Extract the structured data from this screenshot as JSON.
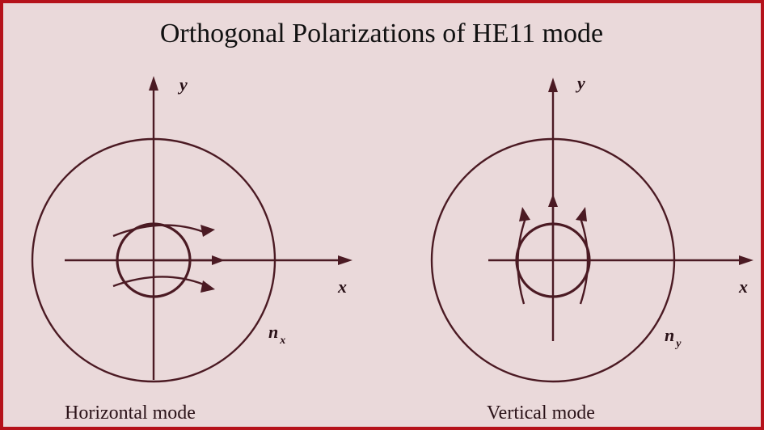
{
  "title": "Orthogonal Polarizations of HE11 mode",
  "left_panel": {
    "y_label": "y",
    "x_label": "x",
    "n_label_base": "n",
    "n_label_sub": "x",
    "caption": "Horizontal mode"
  },
  "right_panel": {
    "y_label": "y",
    "x_label": "x",
    "n_label_base": "n",
    "n_label_sub": "y",
    "caption": "Vertical mode"
  },
  "colors": {
    "border": "#b5121b",
    "background": "#ead9da",
    "ink": "#4b1a23"
  }
}
